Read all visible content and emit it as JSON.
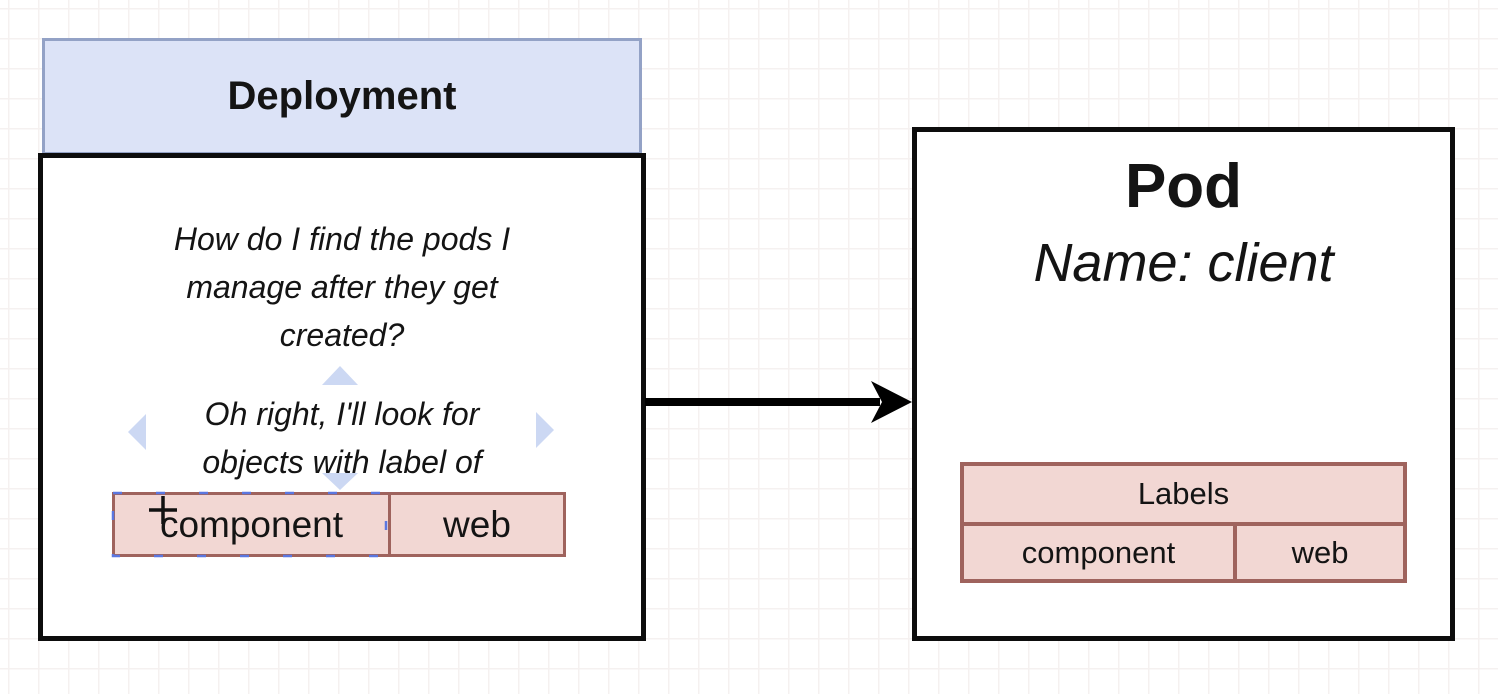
{
  "colors": {
    "header_fill": "#dce3f7",
    "header_stroke": "#93a2c6",
    "label_fill": "#f2d7d3",
    "label_stroke": "#9f635d",
    "box_stroke": "#0d0d0d",
    "connector": "#000000",
    "selection": "#5b77e0",
    "hover_arrow": "#ccd8f3",
    "grid": "#f5f1f0"
  },
  "deployment": {
    "title": "Deployment",
    "thought_1": "How do I find the pods I\nmanage after they get\ncreated?",
    "thought_2": "Oh right, I'll look for\nobjects with label of",
    "label": {
      "key": "component",
      "value": "web"
    }
  },
  "pod": {
    "title": "Pod",
    "name": "Name: client",
    "labels": {
      "header": "Labels",
      "rows": [
        {
          "key": "component",
          "value": "web"
        }
      ]
    }
  }
}
